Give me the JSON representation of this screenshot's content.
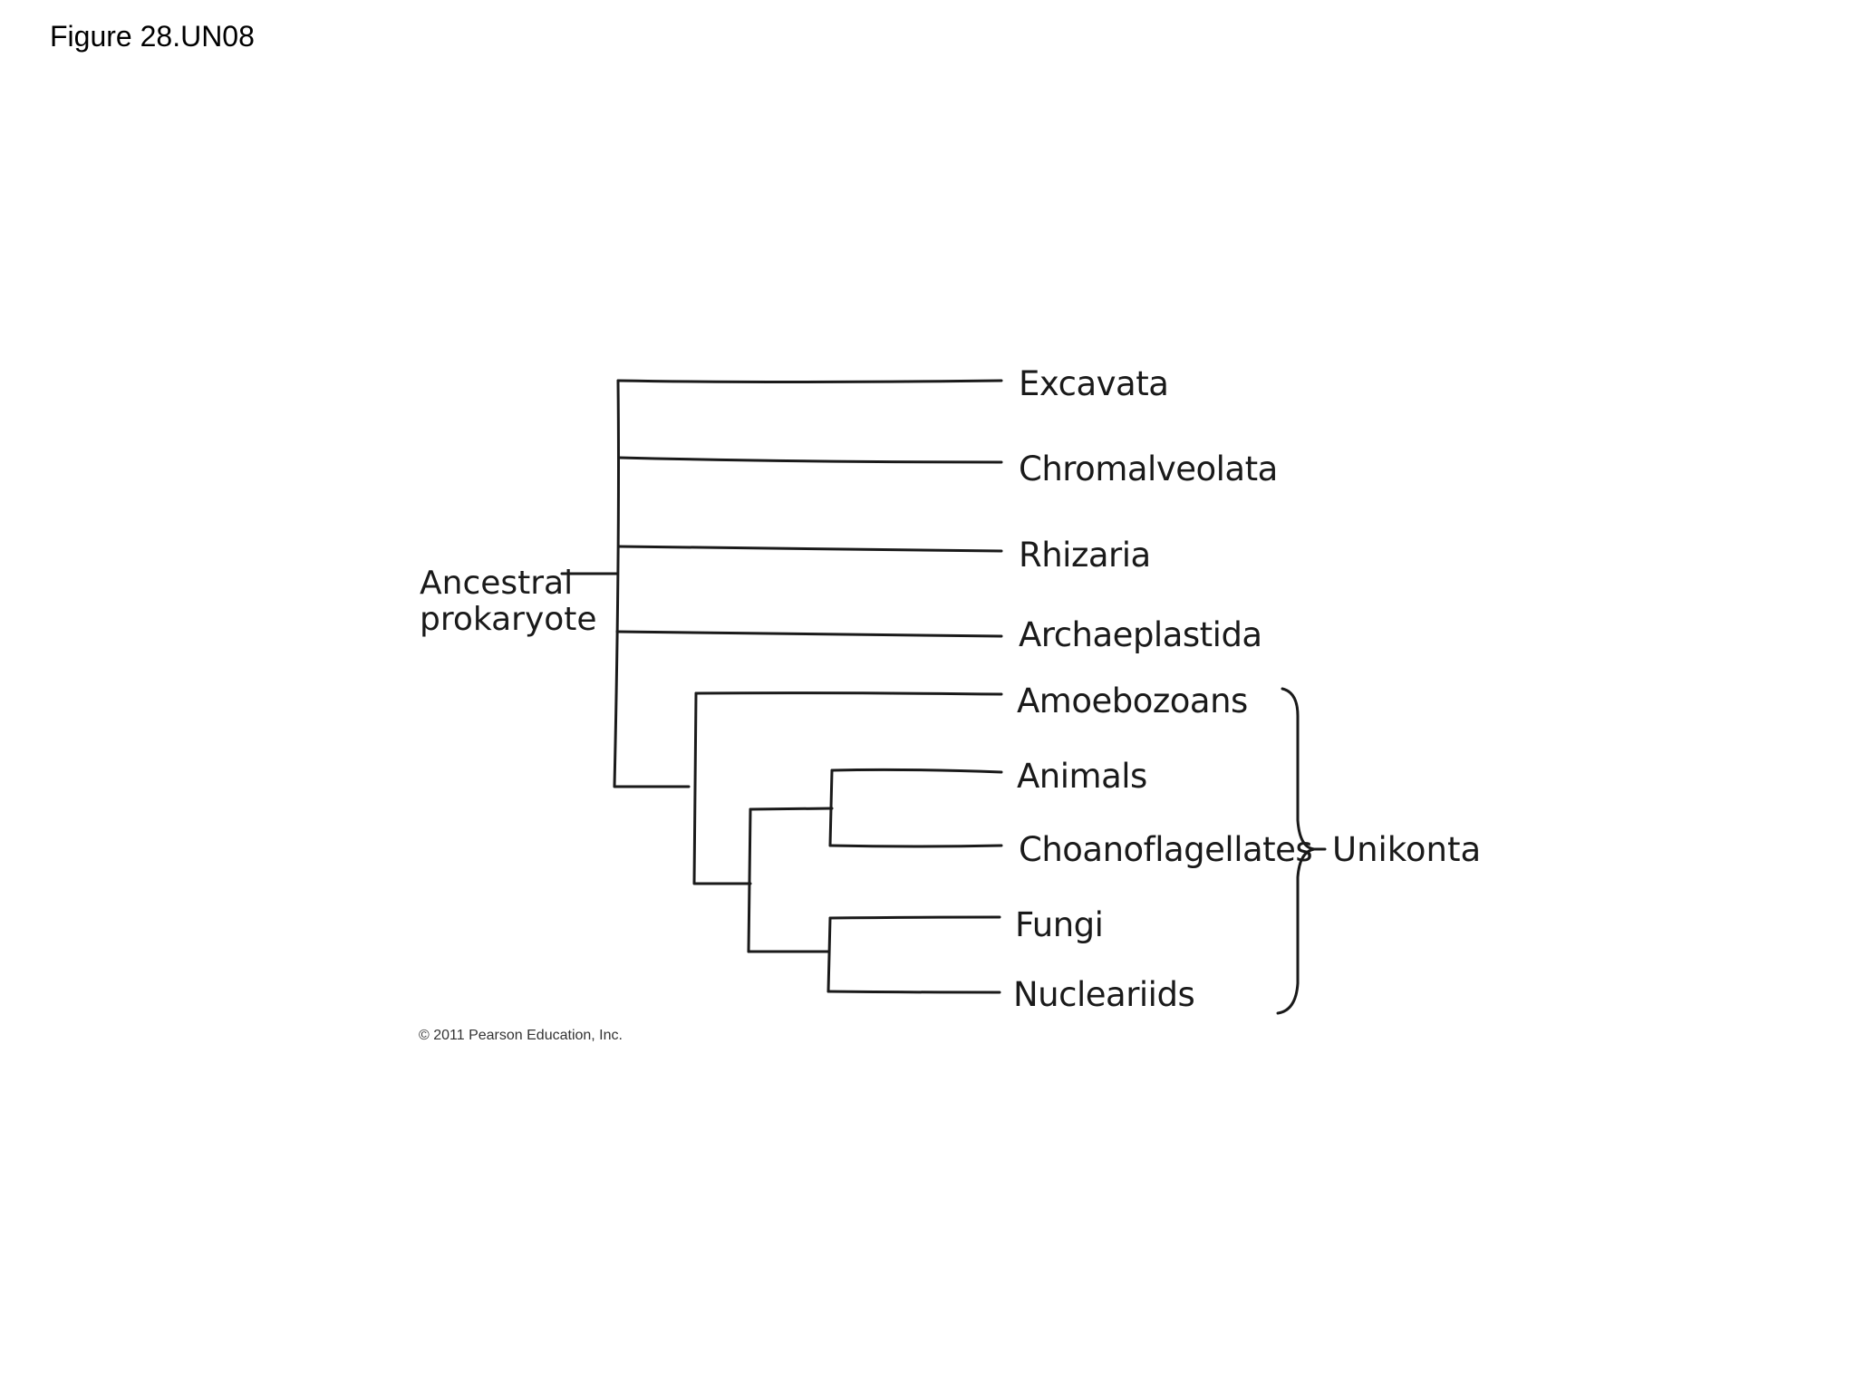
{
  "figure_label": "Figure 28.UN08",
  "root": {
    "line1": "Ancestral",
    "line2": "prokaryote"
  },
  "taxa": [
    "Excavata",
    "Chromalveolata",
    "Rhizaria",
    "Archaeplastida",
    "Amoebozoans",
    "Animals",
    "Choanoflagellates",
    "Fungi",
    "Nucleariids"
  ],
  "group": {
    "label": "Unikonta"
  },
  "copyright": "© 2011 Pearson Education, Inc."
}
